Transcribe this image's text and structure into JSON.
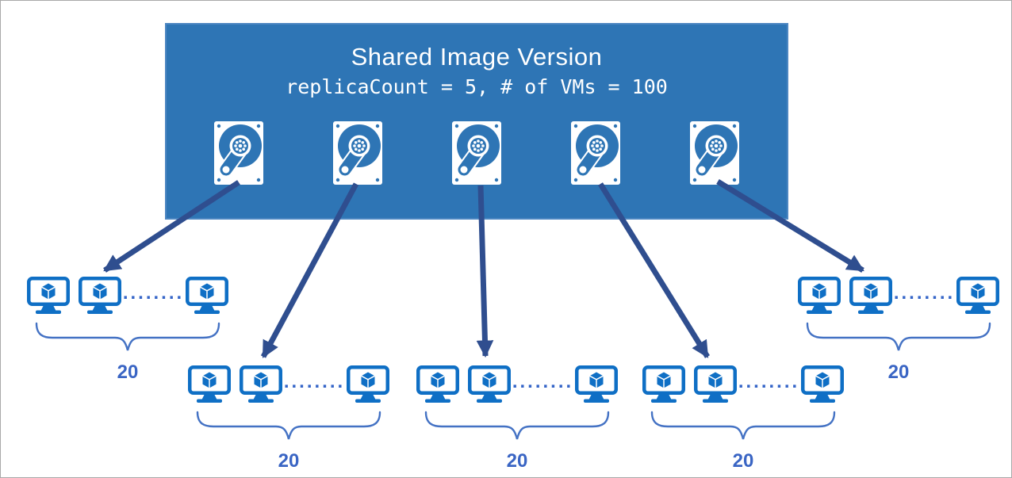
{
  "diagram": {
    "title": "Shared Image Version",
    "subtitle": "replicaCount = 5, # of VMs = 100",
    "replica_count": 5,
    "vm_total": 100,
    "ellipsis": "........",
    "groups": [
      {
        "label": "20"
      },
      {
        "label": "20"
      },
      {
        "label": "20"
      },
      {
        "label": "20"
      },
      {
        "label": "20"
      }
    ],
    "colors": {
      "box_fill": "#2e75b5",
      "box_border": "#4d87c2",
      "vm_icon_blue": "#0f6fc5",
      "arrow_navy": "#2f4e8f",
      "brace_blue": "#4472c4",
      "label_blue": "#3a65c4",
      "dots_blue": "#3565c8",
      "canvas_border": "#a9a9a9",
      "text_on_box": "#ffffff"
    }
  }
}
